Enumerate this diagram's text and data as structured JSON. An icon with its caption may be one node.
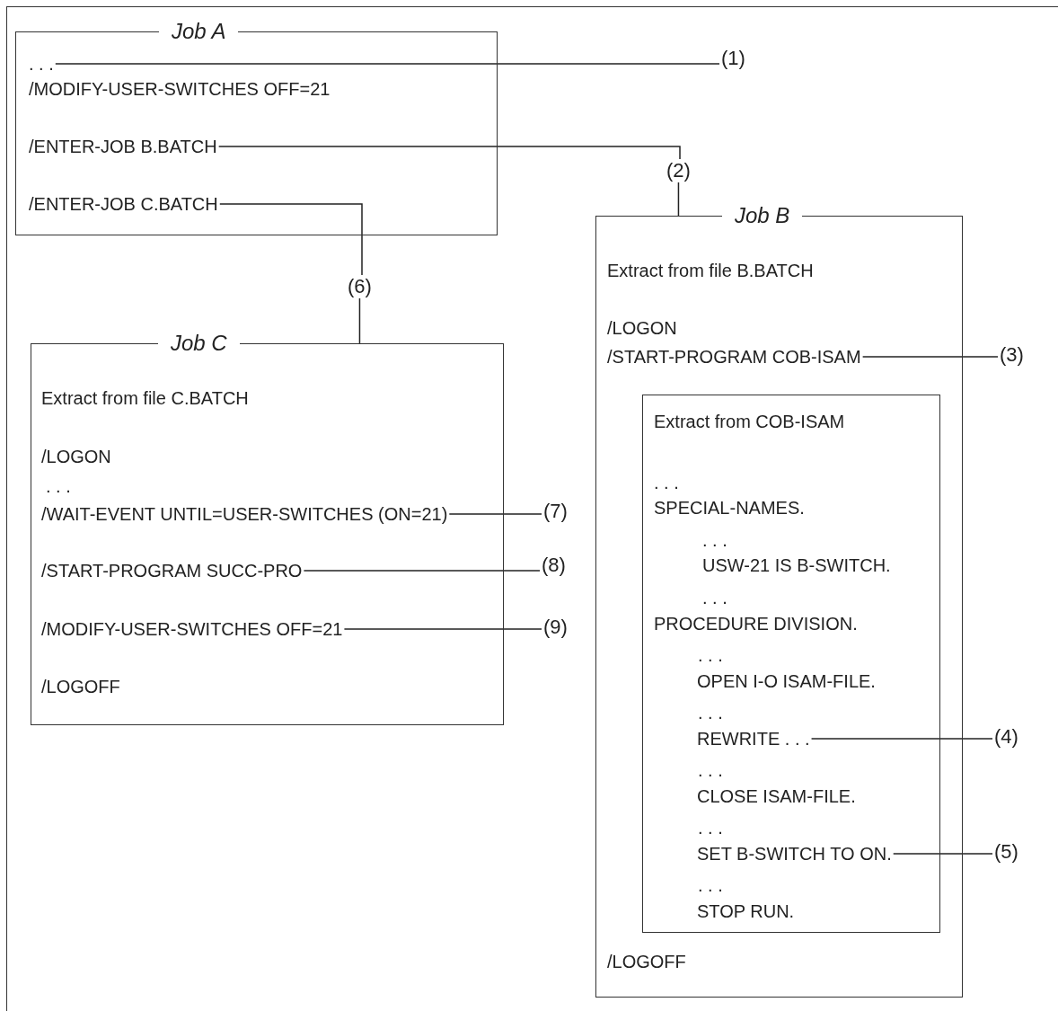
{
  "diagram": {
    "nodes": [
      {
        "text": [
          "Job A"
        ]
      },
      {
        "text": [
          ". . ."
        ],
        "in": 0
      },
      {
        "text": [
          "/MODIFY-USER-SWITCHES OFF=21"
        ],
        "in": 0
      },
      {
        "text": [
          "/ENTER-JOB B.BATCH"
        ],
        "in": 0
      },
      {
        "text": [
          "/ENTER-JOB C.BATCH"
        ],
        "in": 0
      },
      {
        "text": [
          "(1)"
        ]
      },
      {
        "text": [
          "(2)"
        ]
      },
      {
        "text": [
          "Job B"
        ]
      },
      {
        "text": [
          "Extract from file B.BATCH"
        ],
        "in": 7
      },
      {
        "text": [
          "/LOGON"
        ],
        "in": 7
      },
      {
        "text": [
          "/START-PROGRAM COB-ISAM"
        ],
        "in": 7
      },
      {
        "text": [
          "(3)"
        ]
      },
      {
        "text": [
          "Extract from COB-ISAM"
        ],
        "in": 7
      },
      {
        "text": [
          ". . ."
        ],
        "in": 12
      },
      {
        "text": [
          "SPECIAL-NAMES."
        ],
        "in": 12
      },
      {
        "text": [
          ". . ."
        ],
        "in": 12
      },
      {
        "text": [
          "USW-21 IS B-SWITCH."
        ],
        "in": 12
      },
      {
        "text": [
          ". . ."
        ],
        "in": 12
      },
      {
        "text": [
          "PROCEDURE DIVISION."
        ],
        "in": 12
      },
      {
        "text": [
          ". . ."
        ],
        "in": 12
      },
      {
        "text": [
          "OPEN I-O ISAM-FILE."
        ],
        "in": 12
      },
      {
        "text": [
          ". . ."
        ],
        "in": 12
      },
      {
        "text": [
          "REWRITE . . ."
        ],
        "in": 12
      },
      {
        "text": [
          ". . ."
        ],
        "in": 12
      },
      {
        "text": [
          "CLOSE ISAM-FILE."
        ],
        "in": 12
      },
      {
        "text": [
          ". . ."
        ],
        "in": 12
      },
      {
        "text": [
          "SET B-SWITCH TO ON."
        ],
        "in": 12
      },
      {
        "text": [
          ". . ."
        ],
        "in": 12
      },
      {
        "text": [
          "STOP RUN."
        ],
        "in": 12
      },
      {
        "text": [
          "(4)"
        ]
      },
      {
        "text": [
          "(5)"
        ]
      },
      {
        "text": [
          "/LOGOFF"
        ],
        "in": 7
      },
      {
        "text": [
          "(6)"
        ]
      },
      {
        "text": [
          "Job C"
        ]
      },
      {
        "text": [
          "Extract from file C.BATCH"
        ],
        "in": 33
      },
      {
        "text": [
          "/LOGON"
        ],
        "in": 33
      },
      {
        "text": [
          ". . ."
        ],
        "in": 33
      },
      {
        "text": [
          "/WAIT-EVENT UNTIL=USER-SWITCHES (ON=21)"
        ],
        "in": 33
      },
      {
        "text": [
          "/START-PROGRAM SUCC-PRO"
        ],
        "in": 33
      },
      {
        "text": [
          "/MODIFY-USER-SWITCHES OFF=21"
        ],
        "in": 33
      },
      {
        "text": [
          "/LOGOFF"
        ],
        "in": 33
      },
      {
        "text": [
          "(7)"
        ]
      },
      {
        "text": [
          "(8)"
        ]
      },
      {
        "text": [
          "(9)"
        ]
      }
    ],
    "edges": [
      {
        "from": 1,
        "to": 5,
        "arrow": "none"
      },
      {
        "from": 3,
        "to": 6,
        "arrow": "none"
      },
      {
        "from": 6,
        "to": 7,
        "arrow": "none"
      },
      {
        "from": 4,
        "to": 32,
        "arrow": "none"
      },
      {
        "from": 32,
        "to": 33,
        "arrow": "none"
      },
      {
        "from": 10,
        "to": 11,
        "arrow": "none"
      },
      {
        "from": 22,
        "to": 29,
        "arrow": "none"
      },
      {
        "from": 26,
        "to": 30,
        "arrow": "none"
      },
      {
        "from": 37,
        "to": 41,
        "arrow": "none"
      },
      {
        "from": 38,
        "to": 42,
        "arrow": "none"
      },
      {
        "from": 39,
        "to": 43,
        "arrow": "none"
      }
    ]
  }
}
